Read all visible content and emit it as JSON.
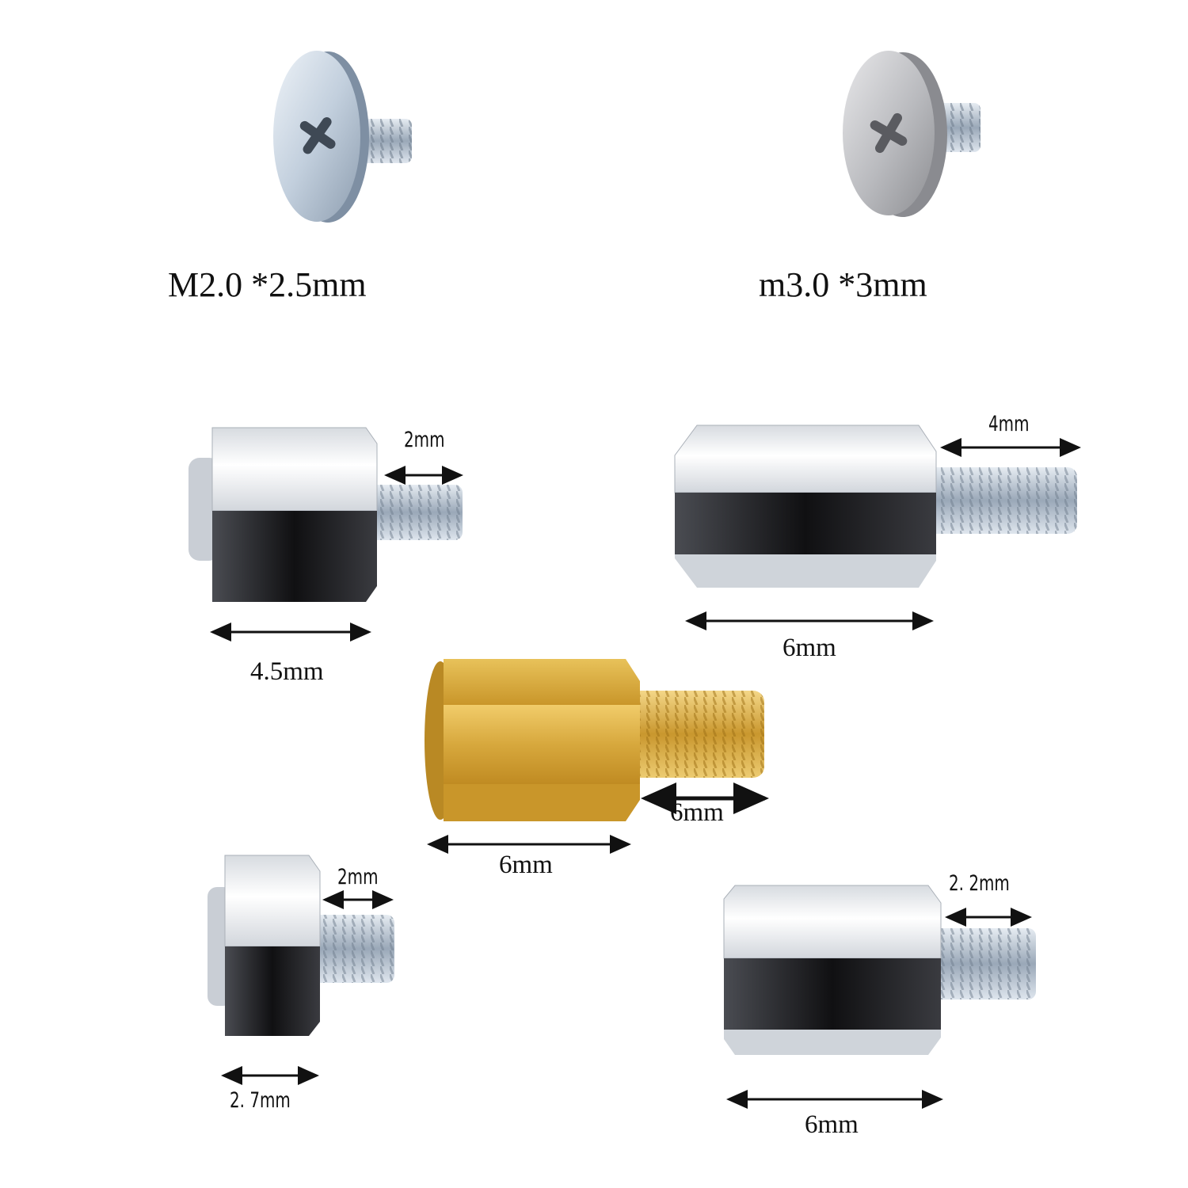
{
  "screw_labels": {
    "m2": "M2.0 *2.5mm",
    "m3": "m3.0 *3mm"
  },
  "standoffs": {
    "silver_4_5": {
      "thread": "2mm",
      "body": "4.5mm"
    },
    "silver_6_a": {
      "thread": "4mm",
      "body": "6mm"
    },
    "brass_6": {
      "thread": "6mm",
      "body": "6mm"
    },
    "silver_2_7": {
      "thread": "2mm",
      "body": "2. 7mm"
    },
    "silver_6_b": {
      "thread": "2. 2mm",
      "body": "6mm"
    }
  },
  "colors": {
    "background": "#ffffff",
    "zinc": "#c8d3e0",
    "chrome": "#e9ecef",
    "dark_face": "#1c1c1e",
    "brass": "#d8a93a",
    "arrow": "#111111"
  }
}
